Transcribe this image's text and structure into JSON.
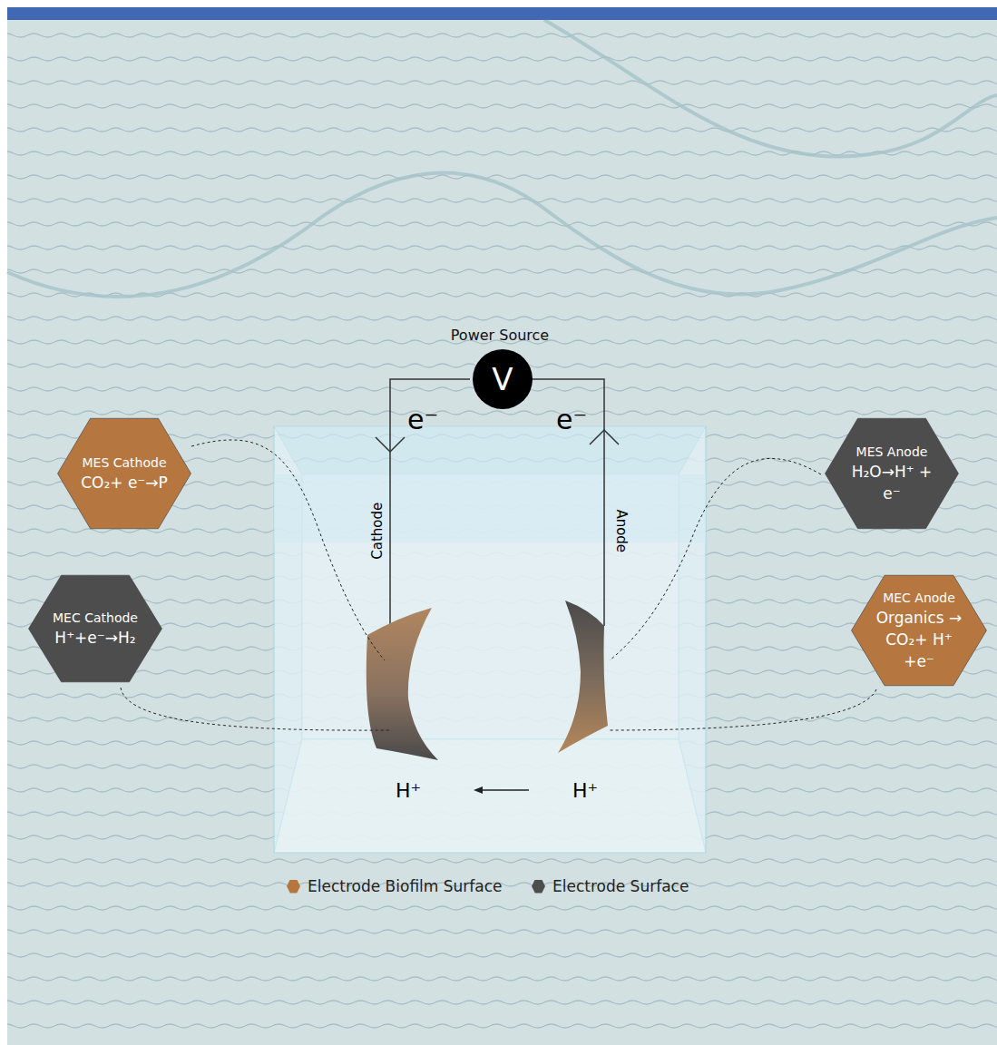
{
  "diagram": {
    "nodes": [
      {
        "text": [
          "Power Source",
          "V"
        ]
      },
      {
        "text": [
          "MES Cathode",
          "CO₂+ e⁻→P"
        ]
      },
      {
        "text": [
          "MES Anode",
          "H₂O→H⁺ + e⁻"
        ]
      },
      {
        "text": [
          "MEC Cathode",
          "H⁺+e⁻→H₂"
        ]
      },
      {
        "text": [
          "MEC Anode",
          "Organics → CO₂+ H⁺ +e⁻"
        ]
      }
    ],
    "labels": [
      "e⁻",
      "e⁻",
      "Cathode",
      "Anode",
      "H⁺",
      "H⁺"
    ],
    "legend": [
      {
        "text": "Electrode Biofilm Surface",
        "color": "#b5773f"
      },
      {
        "text": "Electrode Surface",
        "color": "#4d4d4d"
      }
    ]
  }
}
